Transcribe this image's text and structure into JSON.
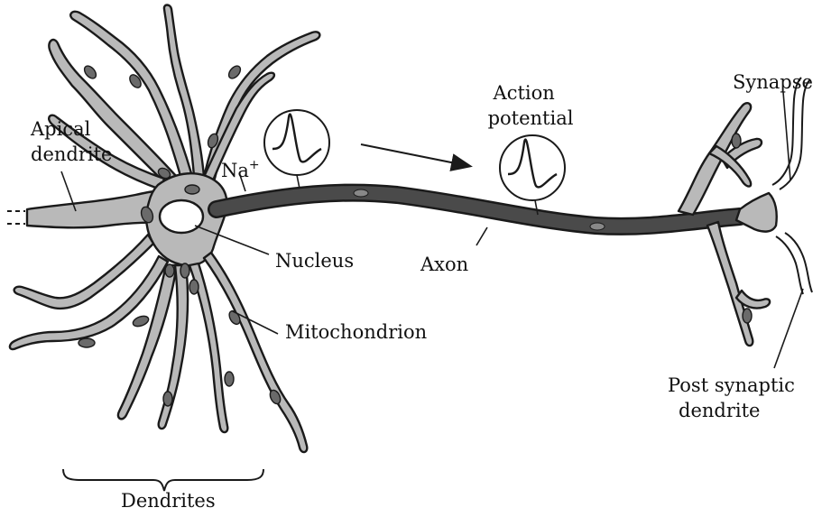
{
  "labels": {
    "apical_dendrite_line1": "Apical",
    "apical_dendrite_line2": "dendrite",
    "na_ion": "Na",
    "na_charge": "+",
    "nucleus": "Nucleus",
    "mitochondrion": "Mitochondrion",
    "dendrites": "Dendrites",
    "axon": "Axon",
    "action_potential_line1": "Action",
    "action_potential_line2": "potential",
    "synapse": "Synapse",
    "post_synaptic_line1": "Post synaptic",
    "post_synaptic_line2": "dendrite"
  },
  "colors": {
    "ink": "#1a1a1a",
    "cytoplasm": "#b9b9b9",
    "axon_fill": "#4a4a4a",
    "organelle": "#6a6a6a",
    "background": "#ffffff"
  },
  "icons": {
    "action_potential_waveform": "action-potential-waveform-icon",
    "direction_arrow": "arrow-right-icon"
  }
}
